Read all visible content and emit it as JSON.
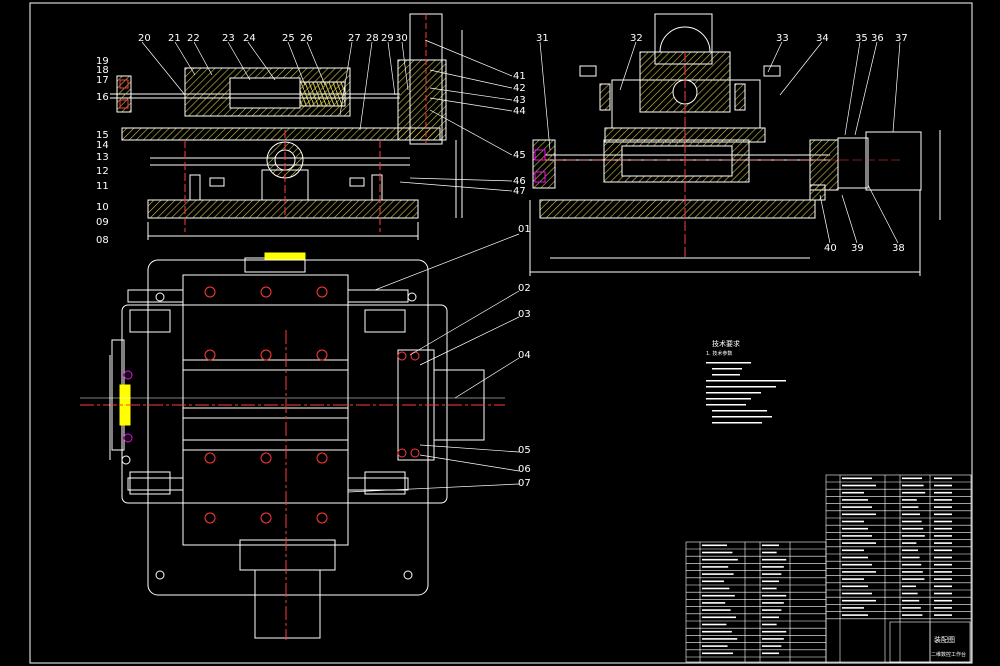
{
  "drawing": {
    "title": "装配图",
    "subtitle": "二维数控工作台"
  },
  "callouts_left": [
    "20",
    "21",
    "22",
    "23",
    "24",
    "25",
    "26",
    "27",
    "28",
    "29",
    "30"
  ],
  "callouts_right_stack": [
    "41",
    "42",
    "43",
    "44",
    "45",
    "46",
    "47"
  ],
  "callouts_left_side": [
    "19",
    "18",
    "17",
    "16",
    "15",
    "14",
    "13",
    "12",
    "11",
    "10",
    "09",
    "08"
  ],
  "callouts_side_view": [
    "31",
    "32",
    "33",
    "34",
    "35",
    "36",
    "37",
    "40",
    "39",
    "38"
  ],
  "callouts_plan_view": [
    "01",
    "02",
    "03",
    "04",
    "05",
    "06",
    "07"
  ],
  "tech_notes": {
    "heading": "技术要求",
    "line1": "1. 技术参数"
  },
  "colors": {
    "outline": "#ffffff",
    "hatch": "#d8d050",
    "section": "#ff3a3a",
    "accent_yellow": "#ffff00",
    "magenta": "#ff00ff",
    "cyan": "#00ffff",
    "background": "#000000"
  }
}
